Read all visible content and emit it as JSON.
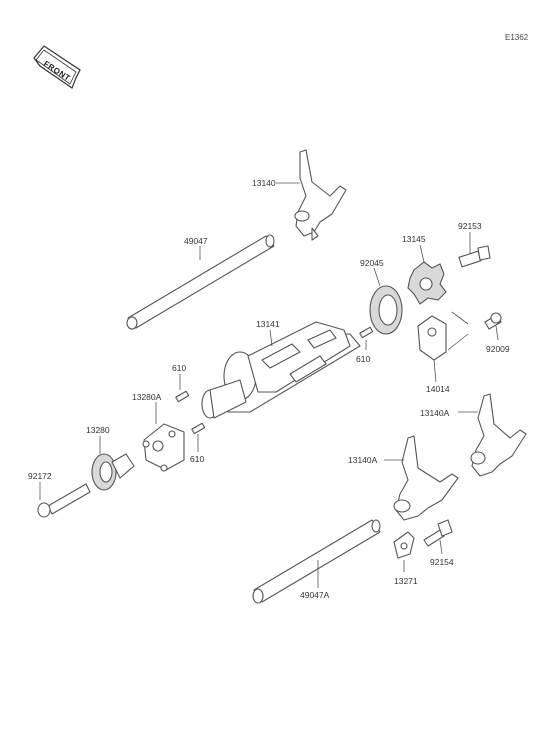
{
  "diagram": {
    "code": "E1362",
    "front_label": "FRONT",
    "part_labels": [
      "13140",
      "49047",
      "13145",
      "92153",
      "92045",
      "13141",
      "610",
      "610",
      "610",
      "92009",
      "14014",
      "13280A",
      "13280",
      "92172",
      "13140A",
      "13140A",
      "92154",
      "13271",
      "49047A"
    ]
  }
}
